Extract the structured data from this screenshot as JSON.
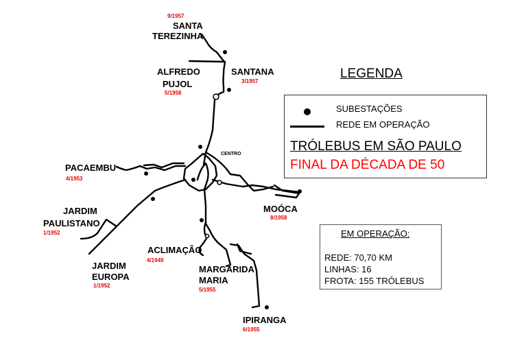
{
  "map": {
    "title": "TRÓLEBUS EM SÃO PAULO",
    "subtitle": "FINAL DA DÉCADA DE 50",
    "center_label": "CENTRO",
    "colors": {
      "line": "#000000",
      "date": "#e00000",
      "subtitle": "#ff0000"
    },
    "stations": [
      {
        "name_lines": [
          "SANTA",
          "TEREZINHA"
        ],
        "date": "9/1957"
      },
      {
        "name_lines": [
          "ALFREDO",
          "PUJOL"
        ],
        "date": "5/1958"
      },
      {
        "name_lines": [
          "SANTANA"
        ],
        "date": "3/1957"
      },
      {
        "name_lines": [
          "PACAEMBU"
        ],
        "date": "4/1953"
      },
      {
        "name_lines": [
          "JARDIM",
          "PAULISTANO"
        ],
        "date": "1/1952"
      },
      {
        "name_lines": [
          "ACLIMAÇÃO"
        ],
        "date": "4/1949"
      },
      {
        "name_lines": [
          "JARDIM",
          "EUROPA"
        ],
        "date": "1/1952"
      },
      {
        "name_lines": [
          "MARGARIDA",
          "MARIA"
        ],
        "date": "5/1955"
      },
      {
        "name_lines": [
          "MOÓCA"
        ],
        "date": "8/1958"
      },
      {
        "name_lines": [
          "IPIRANGA"
        ],
        "date": "6/1955"
      }
    ]
  },
  "legend": {
    "heading": "LEGENDA",
    "items": [
      {
        "icon": "substation-dot-icon",
        "label": "SUBESTAÇÕES"
      },
      {
        "icon": "network-line-icon",
        "label": "REDE EM OPERAÇÃO"
      }
    ]
  },
  "stats": {
    "heading": "EM OPERAÇÃO:",
    "rede": "REDE: 70,70 KM",
    "linhas": "LINHAS: 16",
    "frota": "FROTA: 155 TRÓLEBUS"
  }
}
